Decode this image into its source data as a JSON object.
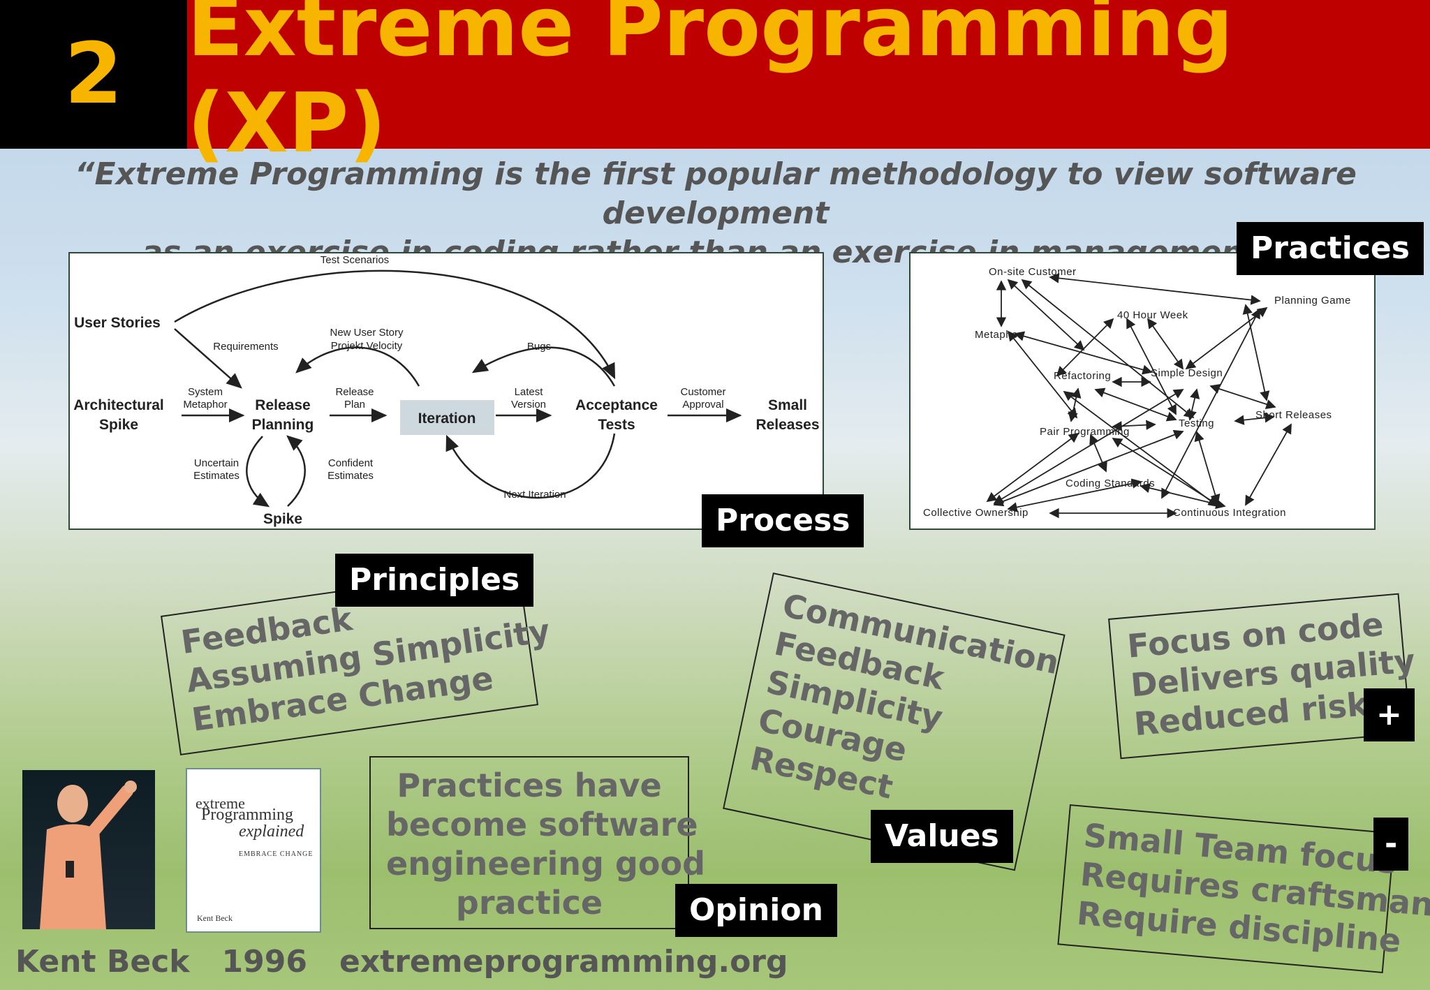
{
  "header": {
    "number": "2",
    "title": "Extreme Programming (XP)"
  },
  "quote": {
    "line1": "“Extreme Programming is the first popular methodology to view software development",
    "line2": "as an exercise in coding rather than an exercise in management.”"
  },
  "process": {
    "label": "Process",
    "nodes": {
      "user_stories": "User Stories",
      "arch_spike_1": "Architectural",
      "arch_spike_2": "Spike",
      "release_planning_1": "Release",
      "release_planning_2": "Planning",
      "iteration": "Iteration",
      "acceptance_1": "Acceptance",
      "acceptance_2": "Tests",
      "small_releases_1": "Small",
      "small_releases_2": "Releases",
      "spike": "Spike"
    },
    "edges": {
      "test_scenarios": "Test Scenarios",
      "requirements": "Requirements",
      "new_user_story": "New User Story",
      "projekt_velocity": "Projekt Velocity",
      "bugs": "Bugs",
      "system": "System",
      "metaphor": "Metaphor",
      "release": "Release",
      "plan": "Plan",
      "latest": "Latest",
      "version": "Version",
      "customer": "Customer",
      "approval": "Approval",
      "uncertain": "Uncertain",
      "uncertain_est": "Estimates",
      "confident": "Confident",
      "confident_est": "Estimates",
      "next_iteration": "Next Iteration"
    }
  },
  "practices": {
    "label": "Practices",
    "nodes": {
      "onsite": "On-site Customer",
      "planning_game": "Planning Game",
      "forty_hour": "40 Hour Week",
      "metaphor": "Metaphor",
      "refactoring": "Refactoring",
      "simple_design": "Simple Design",
      "testing": "Testing",
      "short_releases": "Short Releases",
      "pair_programming": "Pair Programming",
      "coding_standards": "Coding Standards",
      "collective_ownership": "Collective Ownership",
      "continuous_integration": "Continuous Integration"
    }
  },
  "principles": {
    "label": "Principles",
    "items": [
      "Feedback",
      "Assuming Simplicity",
      "Embrace Change"
    ]
  },
  "values": {
    "label": "Values",
    "items": [
      "Communication",
      "Feedback",
      "Simplicity",
      "Courage",
      "Respect"
    ]
  },
  "pros": {
    "label": "+",
    "items": [
      "Focus on code",
      "Delivers quality",
      "Reduced risk"
    ]
  },
  "cons": {
    "label": "-",
    "items": [
      "Small Team focus",
      "Requires craftsman",
      "Require discipline"
    ]
  },
  "opinion": {
    "label": "Opinion",
    "text": [
      "Practices have",
      "become software",
      "engineering good",
      "practice"
    ]
  },
  "book": {
    "line1": "extreme",
    "line2": "Programming",
    "line3": "explained",
    "subtitle": "EMBRACE CHANGE",
    "author": "Kent Beck"
  },
  "footer": {
    "author": "Kent Beck",
    "year": "1996",
    "site": "extremeprogramming.org"
  }
}
